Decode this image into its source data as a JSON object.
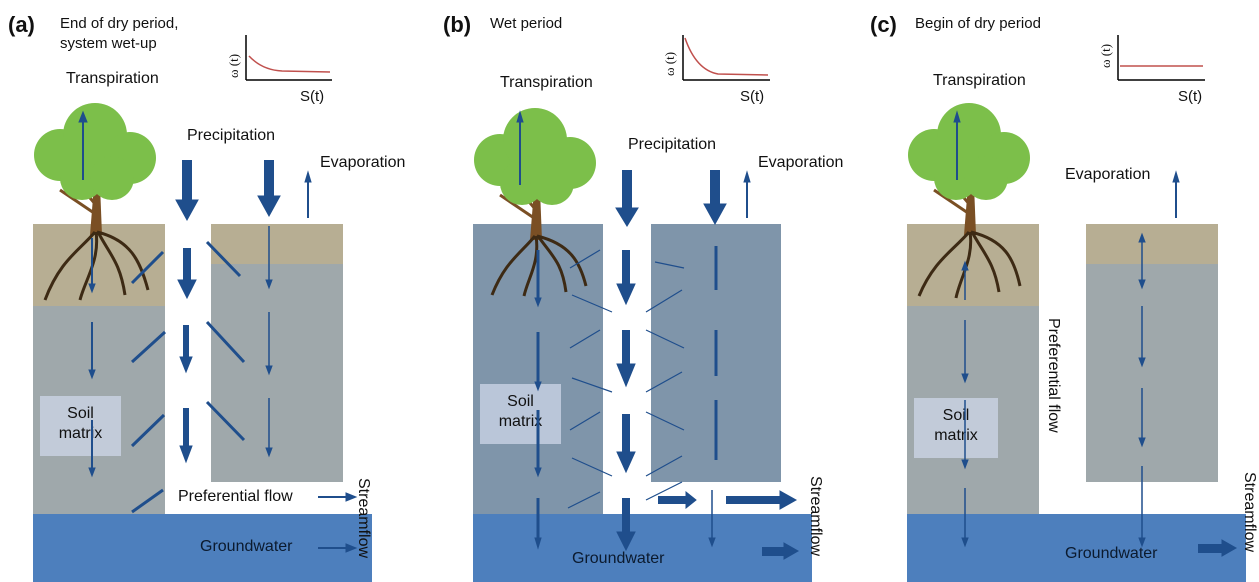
{
  "panels": {
    "a": {
      "label": "(a)",
      "title": "End of dry period,\nsystem wet-up",
      "transpiration": "Transpiration",
      "precipitation": "Precipitation",
      "evaporation": "Evaporation",
      "soil_matrix": "Soil\nmatrix",
      "preferential_flow": "Preferential flow",
      "streamflow": "Streamflow",
      "groundwater": "Groundwater",
      "inset": {
        "ylabel": "ω (t)",
        "xlabel": "S(t)",
        "curve": "decaying"
      }
    },
    "b": {
      "label": "(b)",
      "title": "Wet period",
      "transpiration": "Transpiration",
      "precipitation": "Precipitation",
      "evaporation": "Evaporation",
      "soil_matrix": "Soil\nmatrix",
      "streamflow": "Streamflow",
      "groundwater": "Groundwater",
      "inset": {
        "ylabel": "ω (t)",
        "xlabel": "S(t)",
        "curve": "steep-decaying"
      }
    },
    "c": {
      "label": "(c)",
      "title": "Begin of dry period",
      "transpiration": "Transpiration",
      "evaporation": "Evaporation",
      "soil_matrix": "Soil\nmatrix",
      "preferential_flow": "Preferential flow",
      "streamflow": "Streamflow",
      "groundwater": "Groundwater",
      "inset": {
        "ylabel": "ω (t)",
        "xlabel": "S(t)",
        "curve": "flat"
      }
    }
  },
  "colors": {
    "arrow": "#1f4e8c",
    "tree_leaves": "#7cbf4a",
    "trunk": "#7a4f24",
    "groundwater": "#4d7fbd",
    "curve": "#c0504d"
  }
}
